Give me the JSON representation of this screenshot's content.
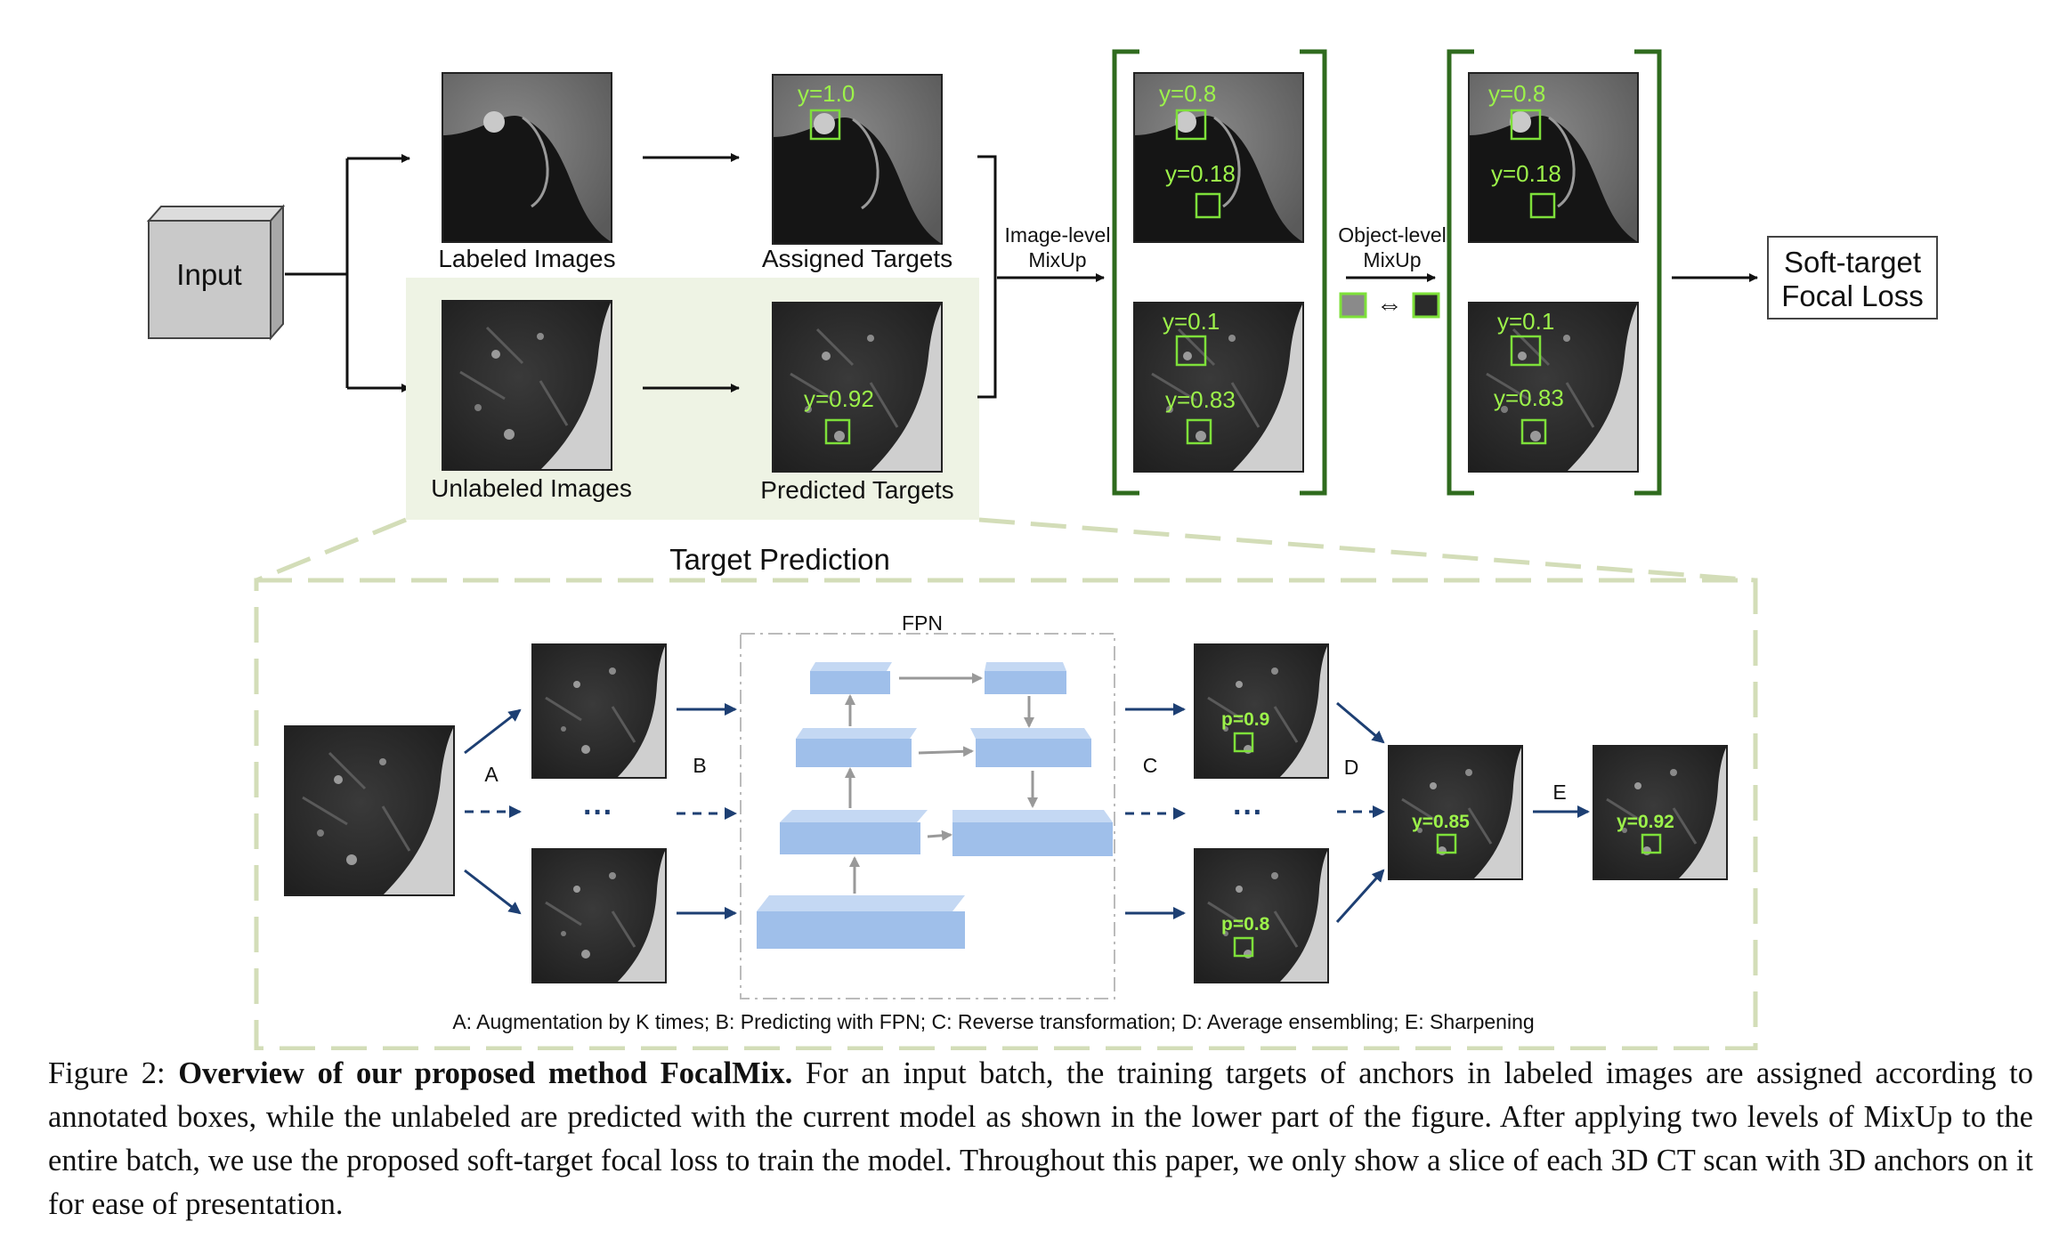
{
  "figure": {
    "input_label": "Input",
    "labeled_images": "Labeled Images",
    "assigned_targets": "Assigned Targets",
    "unlabeled_images": "Unlabeled Images",
    "predicted_targets": "Predicted Targets",
    "image_level_mixup_line1": "Image-level",
    "image_level_mixup_line2": "MixUp",
    "object_level_mixup_line1": "Object-level",
    "object_level_mixup_line2": "MixUp",
    "loss_line1": "Soft-target",
    "loss_line2": "Focal Loss",
    "assigned_target_value": "y=1.0",
    "predicted_target_value": "y=0.92",
    "mix1_top_a": "y=0.8",
    "mix1_top_b": "y=0.18",
    "mix1_bot_a": "y=0.1",
    "mix1_bot_b": "y=0.83",
    "mix2_top_a": "y=0.8",
    "mix2_top_b": "y=0.18",
    "mix2_bot_a": "y=0.1",
    "mix2_bot_b": "y=0.83"
  },
  "target_prediction": {
    "title": "Target Prediction",
    "fpn_label": "FPN",
    "step_a": "A",
    "step_b": "B",
    "step_c": "C",
    "step_d": "D",
    "step_e": "E",
    "ellipsis": "···",
    "p_top": "p=0.9",
    "p_bottom": "p=0.8",
    "ensembled": "y=0.85",
    "sharpened": "y=0.92",
    "legend": "A: Augmentation by K times; B: Predicting with FPN; C: Reverse transformation; D: Average ensembling; E: Sharpening"
  },
  "caption": {
    "prefix": "Figure 2: ",
    "title": "Overview of our proposed method FocalMix.",
    "body": " For an input batch, the training targets of anchors in labeled images are assigned according to annotated boxes, while the unlabeled are predicted with the current model as shown in the lower part of the figure.  After applying two levels of MixUp to the entire batch, we use the proposed soft-target focal loss to train the model. Throughout this paper, we only show a slice of each 3D CT scan with 3D anchors on it for ease of presentation."
  },
  "colors": {
    "bracket_green": "#2f6b1e",
    "target_green": "#9cf24a",
    "panel_green": "#eef3e4",
    "dash_green": "#d3ddb8",
    "fpn_blue": "#9fbfea",
    "arrow_navy": "#1d3f73"
  }
}
